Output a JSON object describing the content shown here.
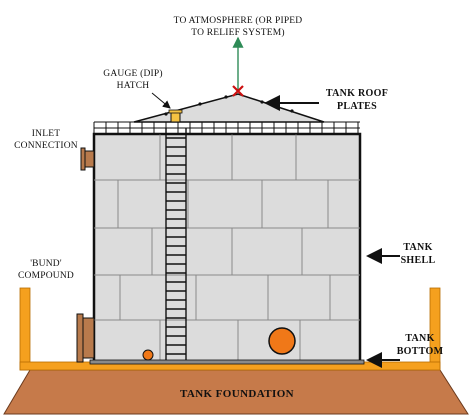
{
  "labels": {
    "atmosphere_line1": "TO ATMOSPHERE (OR PIPED",
    "atmosphere_line2": "TO RELIEF SYSTEM)",
    "gauge_line1": "GAUGE (DIP)",
    "gauge_line2": "HATCH",
    "roof_line1": "TANK ROOF",
    "roof_line2": "PLATES",
    "inlet_line1": "INLET",
    "inlet_line2": "CONNECTION",
    "bund_line1": "'BUND'",
    "bund_line2": "COMPOUND",
    "shell_line1": "TANK",
    "shell_line2": "SHELL",
    "bottom_line1": "TANK",
    "bottom_line2": "BOTTOM",
    "foundation": "TANK FOUNDATION"
  },
  "colors": {
    "shell_fill": "#dcdcdc",
    "plate_line": "#8a8a8a",
    "outline": "#111111",
    "bund_orange": "#f5a01e",
    "foundation_brown": "#c67a4a",
    "nozzle_brown": "#b87a4c",
    "vent_green": "#2e8b57",
    "vent_red": "#cc1010",
    "manway_orange": "#f07818",
    "hatch_yellow": "#f5c242"
  },
  "icons": {
    "vent": "pressure-relief-vent-icon",
    "hatch": "gauge-hatch-icon",
    "ladder": "ladder-icon"
  }
}
